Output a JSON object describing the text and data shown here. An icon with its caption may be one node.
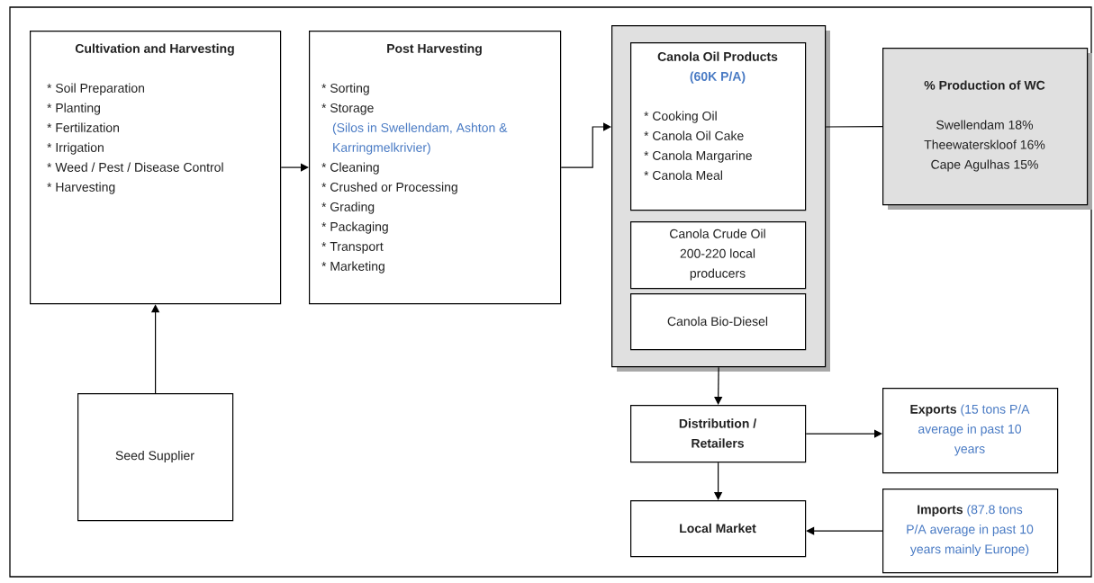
{
  "diagram": {
    "nodes": [
      {
        "text": [
          "Cultivation and Harvesting",
          "* Soil Preparation",
          "* Planting",
          "* Fertilization",
          "* Irrigation",
          "* Weed / Pest / Disease Control",
          "* Harvesting"
        ]
      },
      {
        "text": [
          "Post Harvesting",
          "* Sorting",
          "* Storage",
          "(Silos in Swellendam, Ashton & Karringmelkrivier)",
          "* Cleaning",
          "* Crushed or Processing",
          "* Grading",
          "* Packaging",
          "* Transport",
          "* Marketing"
        ]
      },
      {
        "text": [],
        "shape": "box"
      },
      {
        "text": [
          "Canola Oil Products",
          "(60K P/A)",
          "* Cooking Oil",
          "* Canola Oil Cake",
          "* Canola Margarine",
          "* Canola Meal"
        ],
        "in": 2
      },
      {
        "text": [
          "Canola Crude Oil 200-220 local producers"
        ],
        "in": 2
      },
      {
        "text": [
          "Canola Bio-Diesel"
        ],
        "in": 2
      },
      {
        "text": [
          "% Production of WC",
          "Swellendam 18%",
          "Theewaterskloof 16%",
          "Cape Agulhas 15%"
        ]
      },
      {
        "text": [
          "Distribution / Retailers"
        ]
      },
      {
        "text": [
          "Local Market"
        ]
      },
      {
        "text": [
          "Exports",
          "(15 tons P/A average in past 10 years"
        ]
      },
      {
        "text": [
          "Imports",
          "(87.8 tons P/A average in past 10 years mainly Europe)"
        ]
      },
      {
        "text": [
          "Seed Supplier"
        ]
      }
    ],
    "edges": [
      {
        "from": 0,
        "to": 1,
        "arrow": "to"
      },
      {
        "from": 1,
        "to": 2,
        "arrow": "to"
      },
      {
        "from": 2,
        "to": 6,
        "arrow": "none"
      },
      {
        "from": 2,
        "to": 7,
        "arrow": "to"
      },
      {
        "from": 7,
        "to": 9,
        "arrow": "to"
      },
      {
        "from": 7,
        "to": 8,
        "arrow": "to"
      },
      {
        "from": 10,
        "to": 8,
        "arrow": "to"
      },
      {
        "from": 11,
        "to": 0,
        "arrow": "to"
      }
    ]
  }
}
